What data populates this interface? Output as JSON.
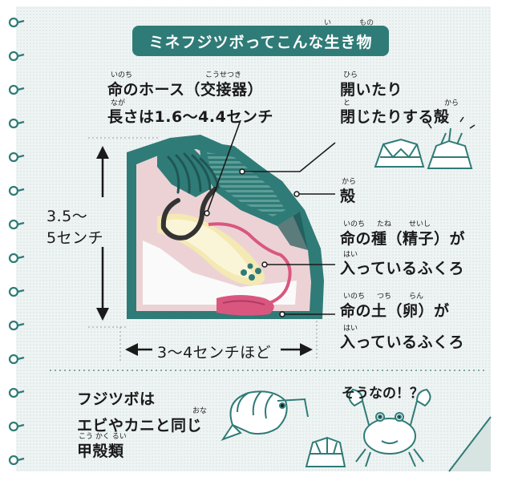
{
  "title": "ミネフジツボってこんな生き物",
  "title_ruby": [
    "い",
    "もの"
  ],
  "labels": {
    "hose_ruby_1": "いのち",
    "hose_ruby_2": "こうせつき",
    "hose_line1": "命のホース（交接器）",
    "hose_ruby_3": "なが",
    "hose_line2": "長さは1.6～4.4センチ",
    "shell_ruby_1": "ひら",
    "shell_line1": "開いたり",
    "shell_ruby_2": "と",
    "shell_ruby_3": "から",
    "shell_line2": "閉じたりする殻",
    "kara_ruby": "から",
    "kara": "殻",
    "seed_ruby_1": "いのち",
    "seed_ruby_2": "たね",
    "seed_ruby_3": "せいし",
    "seed_line1": "命の種（精子）が",
    "seed_ruby_4": "はい",
    "seed_line2": "入っているふくろ",
    "soil_ruby_1": "いのち",
    "soil_ruby_2": "つち",
    "soil_ruby_3": "らん",
    "soil_line1": "命の土（卵）が",
    "soil_ruby_4": "はい",
    "soil_line2": "入っているふくろ",
    "height_line1": "3.5～",
    "height_line2": "5センチ",
    "width": "3～4センチほど",
    "bottom_line1": "フジツボは",
    "bottom_ruby_1": "おな",
    "bottom_line2": "エビやカニと同じ",
    "bottom_ruby_2": "こう かく るい",
    "bottom_line3": "甲殻類",
    "crab_speech": "そうなの！？"
  },
  "colors": {
    "teal": "#2f7b77",
    "teal_light": "#5d9e98",
    "body_pink": "#ecd2d5",
    "gonad_pink": "#d9577f",
    "yellow": "#f4e9b2",
    "dark": "#1a1a1a"
  },
  "icons": [
    "spiral-binding-icon",
    "shrimp-icon",
    "crab-icon",
    "barnacle-icon"
  ]
}
